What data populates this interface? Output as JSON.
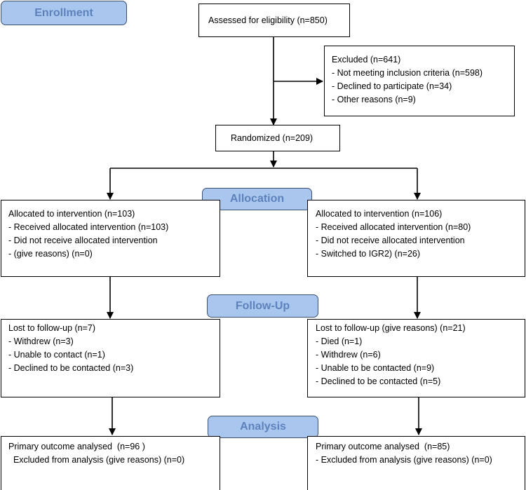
{
  "stages": {
    "enrollment": "Enrollment",
    "allocation": "Allocation",
    "follow_up": "Follow-Up",
    "analysis": "Analysis"
  },
  "assessed": "Assessed for eligibility (n=850)",
  "excluded": {
    "lines": [
      "Excluded  (n=641)",
      "- Not meeting inclusion criteria (n=598)",
      "- Declined to participate (n=34)",
      "- Other reasons (n=9)"
    ]
  },
  "randomized": "Randomized (n=209)",
  "left": {
    "allocation": [
      "Allocated to intervention (n=103)",
      "- Received allocated intervention (n=103)",
      "- Did not receive allocated intervention",
      "- (give reasons) (n=0)"
    ],
    "follow_up": [
      "Lost to follow-up (n=7)",
      "- Withdrew (n=3)",
      "- Unable to contact (n=1)",
      "- Declined to be contacted (n=3)"
    ],
    "analysis": [
      "Primary outcome analysed  (n=96 )",
      "  Excluded from analysis (give reasons) (n=0)"
    ]
  },
  "right": {
    "allocation": [
      "Allocated to intervention (n=106)",
      "- Received allocated intervention (n=80)",
      "- Did not receive allocated intervention",
      "- Switched to IGR2) (n=26)"
    ],
    "follow_up": [
      "Lost to follow-up (give reasons) (n=21)",
      "- Died (n=1)",
      "- Withdrew (n=6)",
      "- Unable to be contacted (n=9)",
      "- Declined to be contacted (n=5)"
    ],
    "analysis": [
      "Primary outcome analysed  (n=85)",
      "- Excluded from analysis (give reasons) (n=0)"
    ]
  }
}
